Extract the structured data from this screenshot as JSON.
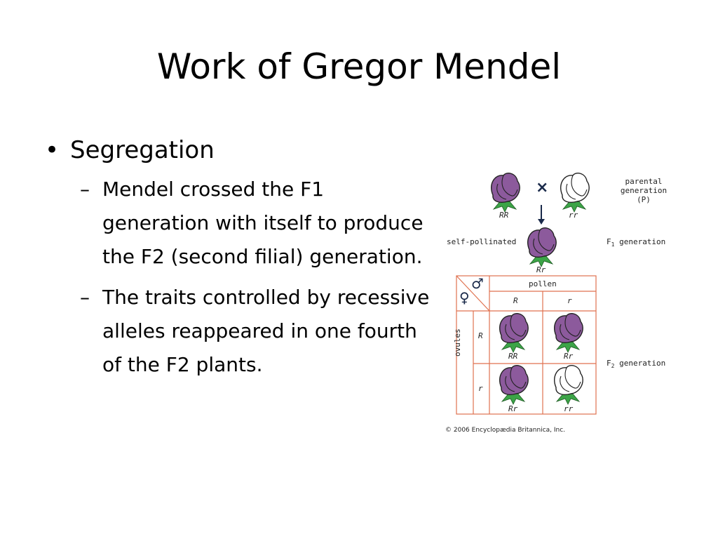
{
  "slide": {
    "title": "Work of Gregor Mendel",
    "bullet": {
      "symbol": "•",
      "text": "Segregation"
    },
    "sub_bullets": [
      {
        "symbol": "–",
        "text": "Mendel crossed the F1 generation with itself to produce the F2 (second filial) generation."
      },
      {
        "symbol": "–",
        "text": "The traits controlled by recessive alleles reappeared in one fourth of the F2 plants."
      }
    ]
  },
  "figure": {
    "cross_symbol": "×",
    "parent_labels": [
      "RR",
      "rr"
    ],
    "parental_label": [
      "parental",
      "generation",
      "(P)"
    ],
    "self_pollinated": "self-pollinated",
    "f1_label": {
      "main": "F",
      "sub": "1",
      "rest": " generation"
    },
    "f1_genotype": "Rr",
    "female_symbol": "♀",
    "male_symbol": "♂",
    "pollen": "pollen",
    "ovules": "ovules",
    "pollen_alleles": [
      "R",
      "r"
    ],
    "ovule_alleles": [
      "R",
      "r"
    ],
    "grid_genotypes": [
      "RR",
      "Rr",
      "Rr",
      "rr"
    ],
    "f2_label": {
      "main": "F",
      "sub": "2",
      "rest": " generation"
    },
    "copyright": "© 2006 Encyclopædia Britannica, Inc.",
    "colors": {
      "purple": "#8c5a9c",
      "green": "#3ca447",
      "grid": "#e0724f",
      "white_flower": "#ffffff"
    },
    "icons": [
      "purple-flower-icon",
      "white-flower-icon",
      "down-arrow-icon"
    ]
  }
}
